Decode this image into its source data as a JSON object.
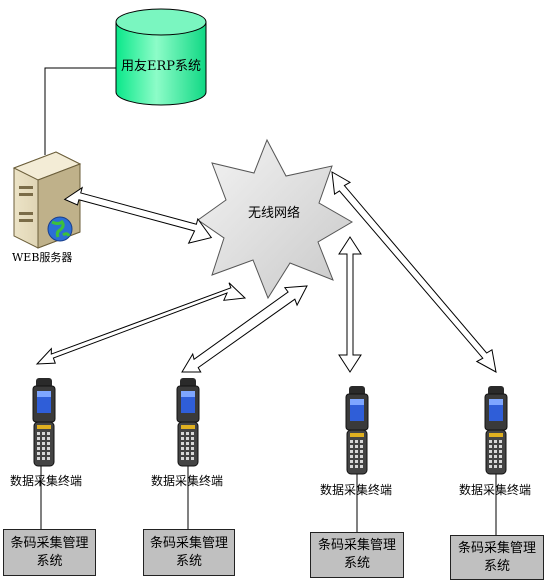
{
  "erp": {
    "label": "用友ERP系统",
    "color": "#16f59a"
  },
  "server": {
    "label": "WEB服务器"
  },
  "network": {
    "label": "无线网络"
  },
  "terminals": [
    {
      "label": "数据采集终端"
    },
    {
      "label": "数据采集终端"
    },
    {
      "label": "数据采集终端"
    },
    {
      "label": "数据采集终端"
    }
  ],
  "systems": [
    {
      "line1": "条码采集管理",
      "line2": "系统"
    },
    {
      "line1": "条码采集管理",
      "line2": "系统"
    },
    {
      "line1": "条码采集管理",
      "line2": "系统"
    },
    {
      "line1": "条码采集管理",
      "line2": "系统"
    }
  ]
}
